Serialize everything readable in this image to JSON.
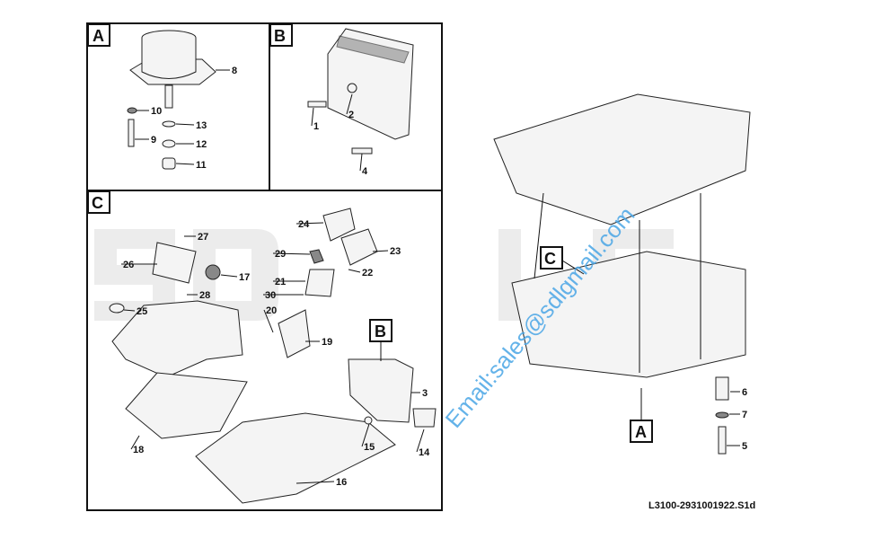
{
  "panels": {
    "a": "A",
    "b": "B",
    "c": "C"
  },
  "view_markers": {
    "b_in_c": "B",
    "c_on_cab": "C",
    "a_on_cab": "A"
  },
  "callouts": [
    "8",
    "10",
    "13",
    "9",
    "12",
    "11",
    "2",
    "1",
    "4",
    "27",
    "26",
    "17",
    "28",
    "25",
    "24",
    "29",
    "23",
    "22",
    "21",
    "30",
    "20",
    "19",
    "3",
    "18",
    "15",
    "14",
    "16",
    "6",
    "7",
    "5"
  ],
  "drawing_code": "L3100-2931001922.S1d",
  "watermark": "Email:sales@sdlgmail.com",
  "watermark_logo": "SDLG",
  "colors": {
    "watermark": "#4aa6e6",
    "line": "#111111"
  }
}
